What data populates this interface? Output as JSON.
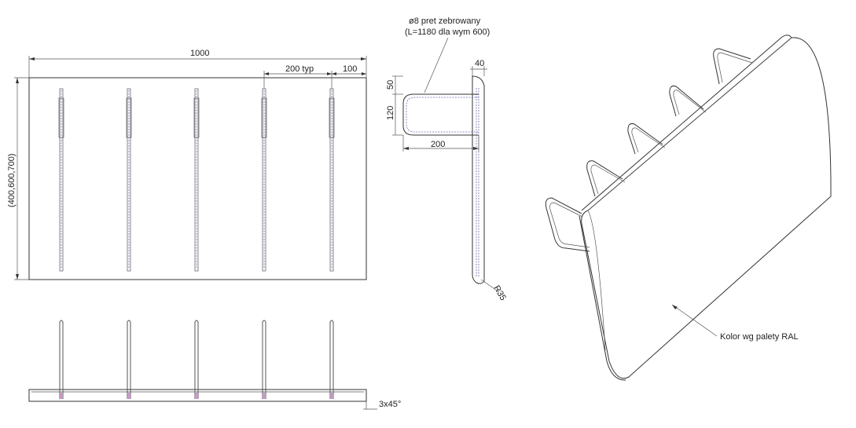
{
  "dimensions": {
    "width_total": "1000",
    "spacing": "200 typ",
    "edge_offset": "100",
    "height_variants": "(400,600,700)",
    "bend_40": "40",
    "bend_50": "50",
    "bend_120": "120",
    "bend_200": "200",
    "radius": "R35",
    "chamfer": "3x45°"
  },
  "notes": {
    "rod_line1": "ø8 pret zebrowany",
    "rod_line2": "(L=1180 dla wym 600)",
    "color": "Kolor wg palety RAL"
  },
  "colors": {
    "line": "#333333",
    "hidden": "#6a6ab8",
    "weld": "#c040c0"
  }
}
